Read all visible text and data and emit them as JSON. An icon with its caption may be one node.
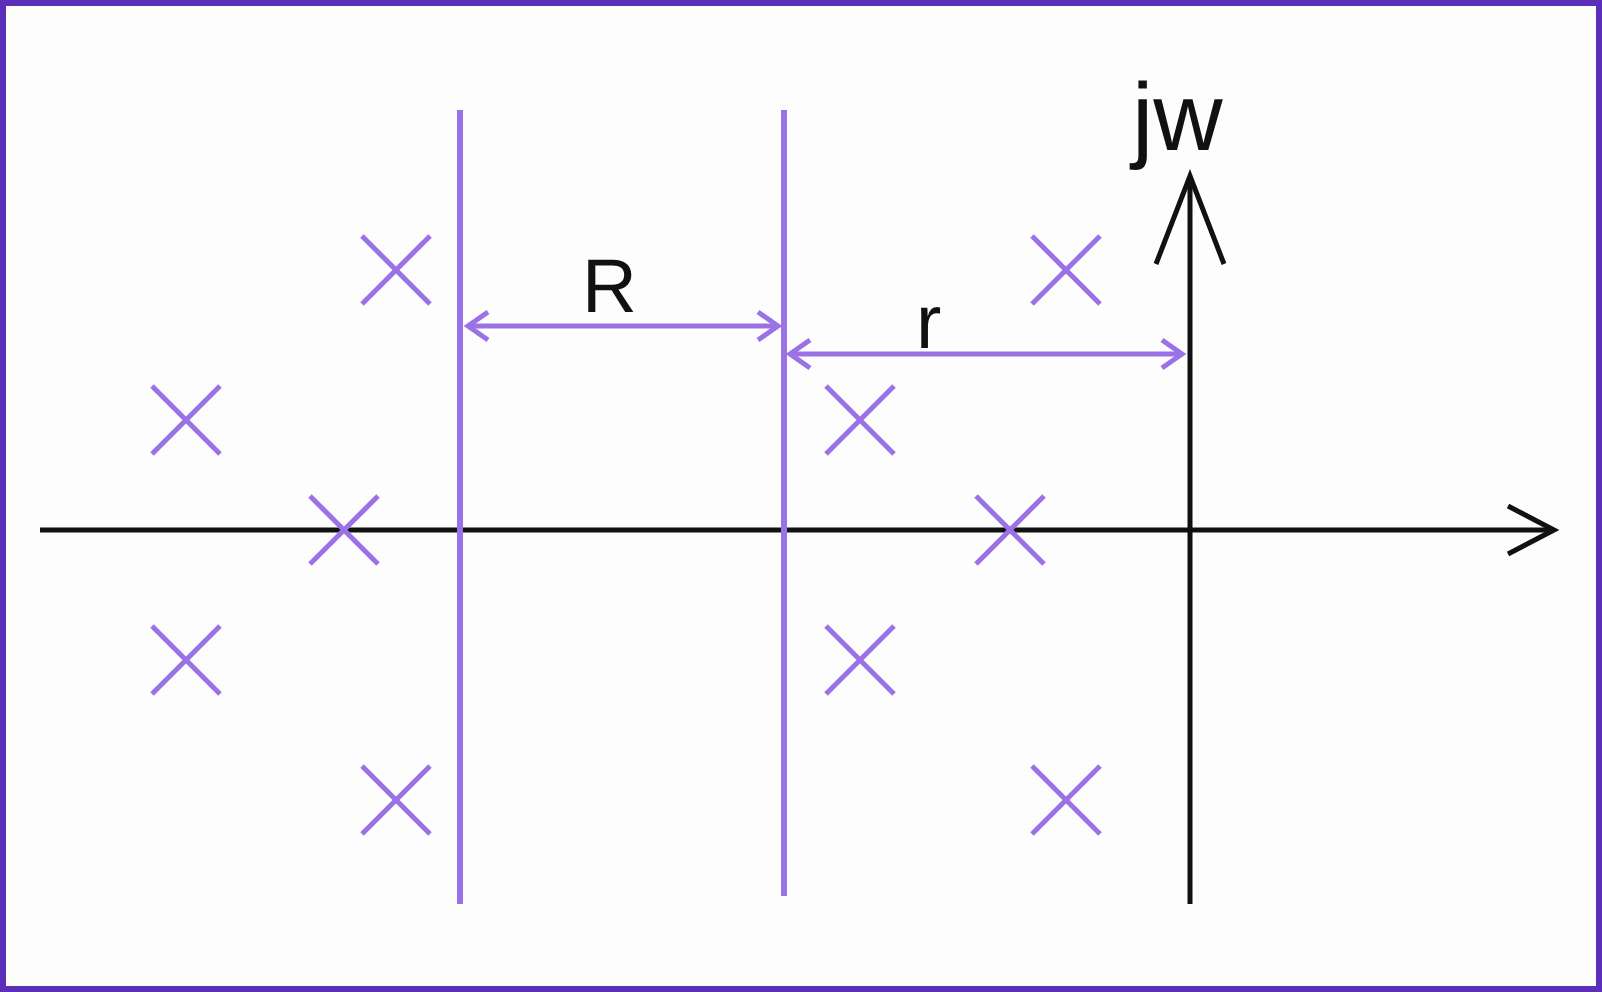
{
  "diagram": {
    "labels": [
      "jw",
      "R",
      "r"
    ]
  }
}
